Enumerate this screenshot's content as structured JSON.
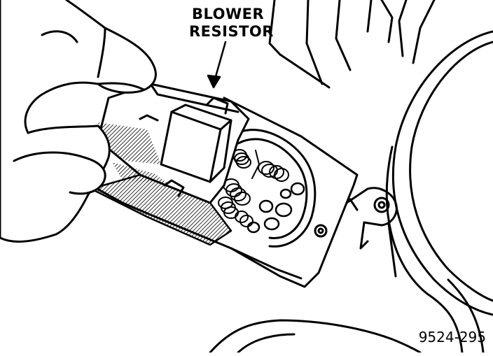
{
  "callout": {
    "line1": "BLOWER",
    "line2": "RESISTOR"
  },
  "figure_number": "9524-295",
  "colors": {
    "ink": "#000000",
    "paper": "#ffffff"
  }
}
